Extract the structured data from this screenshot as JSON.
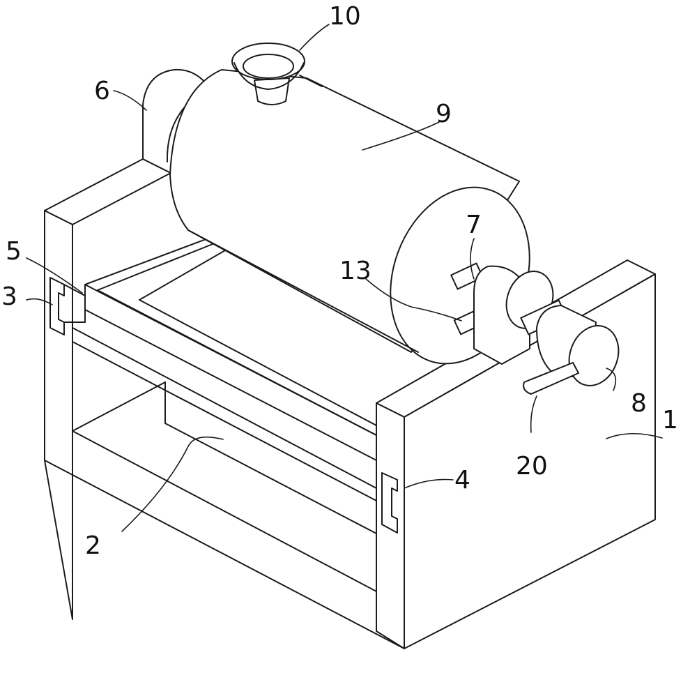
{
  "labels": {
    "l1": "1",
    "l2": "2",
    "l3": "3",
    "l4": "4",
    "l5": "5",
    "l6": "6",
    "l7": "7",
    "l8": "8",
    "l9": "9",
    "l10": "10",
    "l13": "13",
    "l20": "20"
  }
}
